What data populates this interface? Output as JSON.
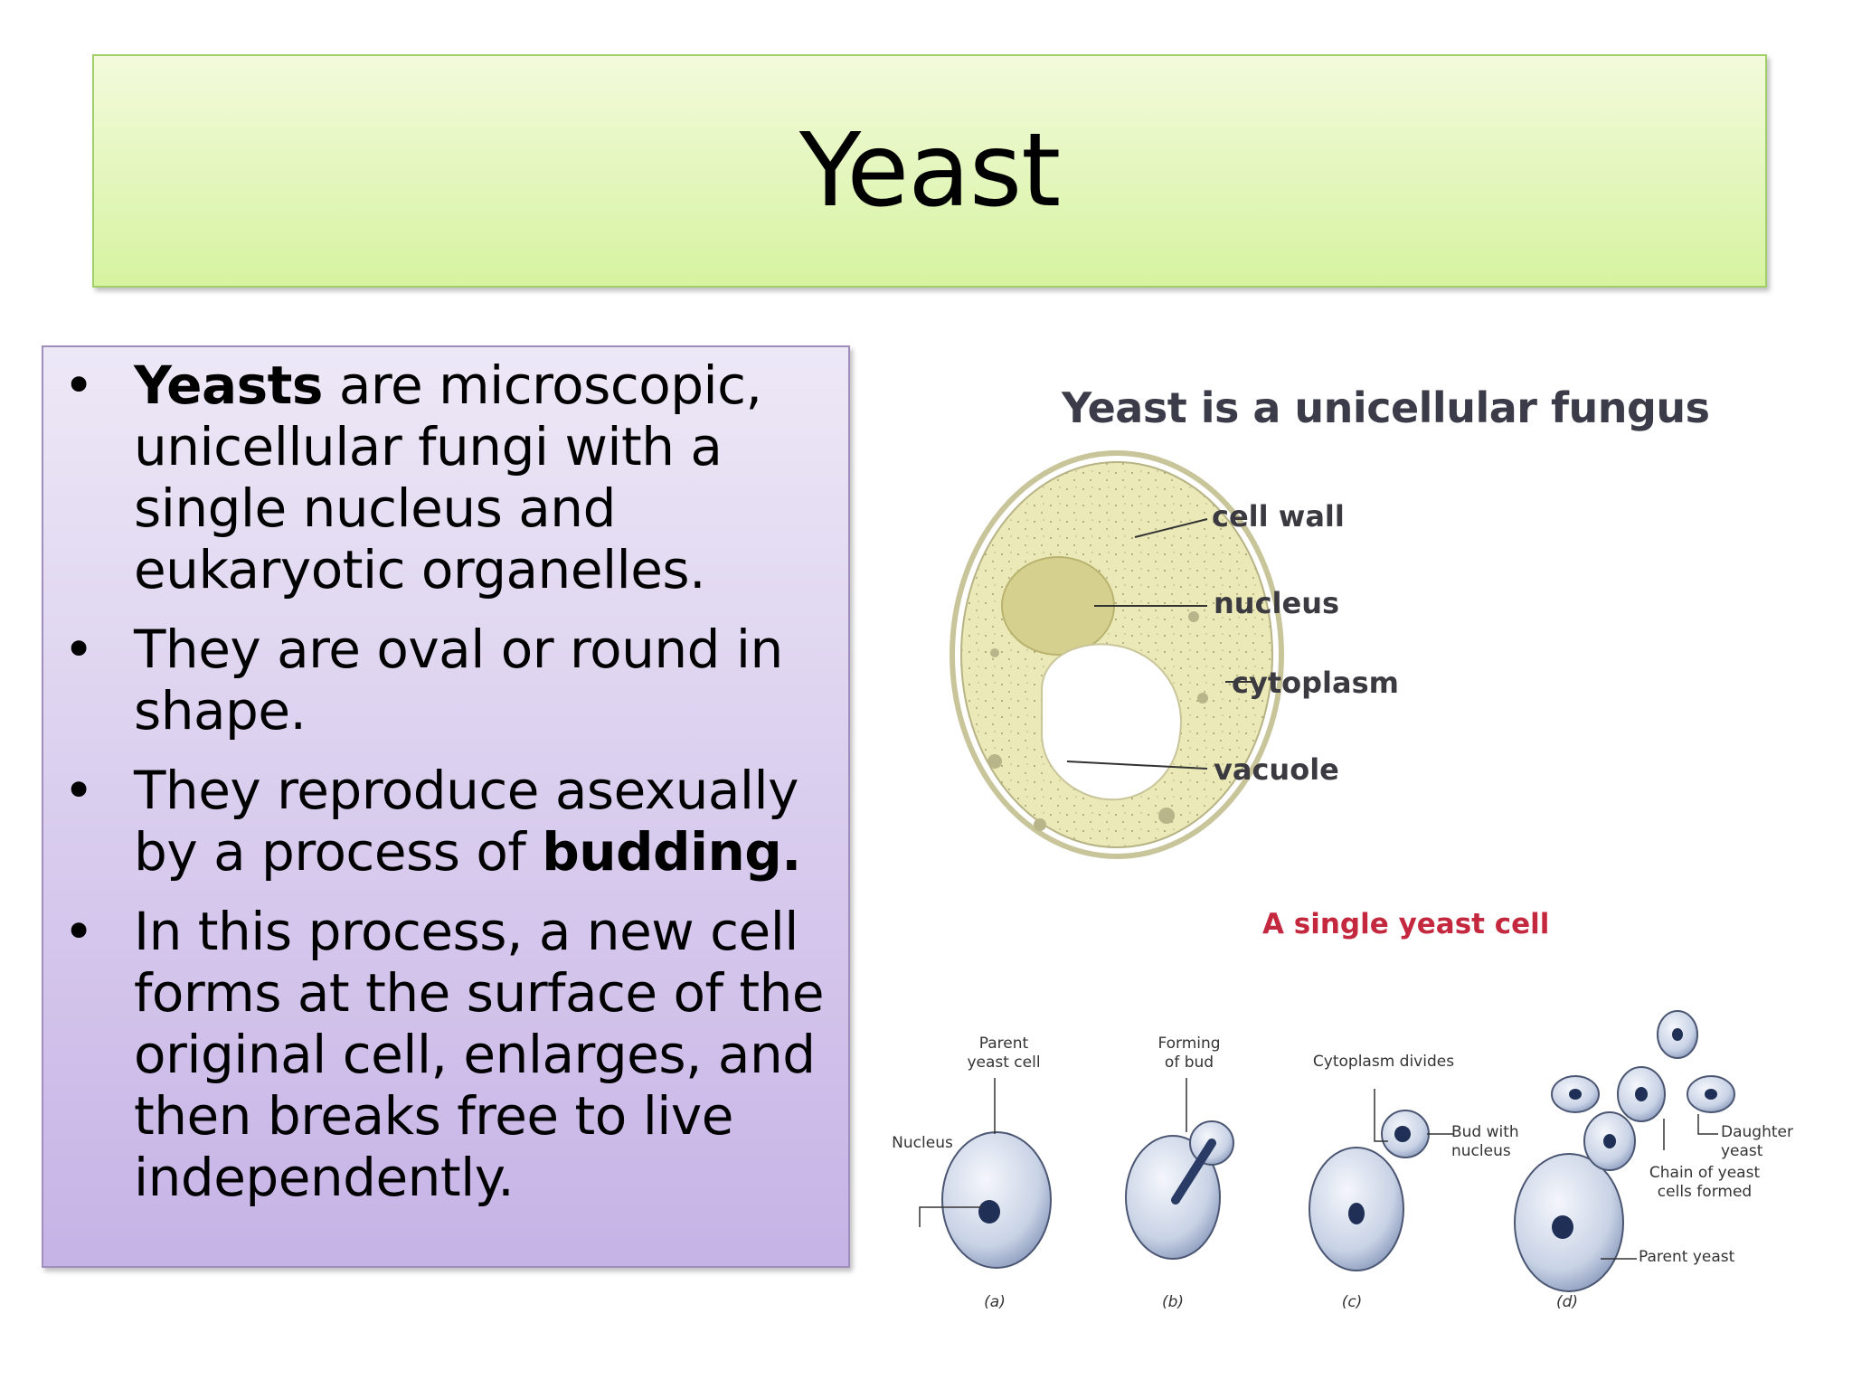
{
  "slide": {
    "title": "Yeast",
    "bullets": [
      {
        "bold": "Yeasts",
        "text": " are microscopic, unicellular fungi with a single nucleus and eukaryotic organelles.",
        "tail": ""
      },
      {
        "bold": "",
        "text": "They are oval or round in shape.",
        "tail": ""
      },
      {
        "bold": "",
        "text": "They reproduce asexually by a process of ",
        "tail": "budding."
      },
      {
        "bold": "",
        "text": "In this process, a new cell forms at the surface of the original cell, enlarges, and then breaks free to live independently.",
        "tail": ""
      }
    ],
    "bullet_glyph": "•"
  },
  "figure": {
    "heading": "Yeast is a unicellular fungus",
    "cell_labels": {
      "cell_wall": "cell wall",
      "nucleus": "nucleus",
      "cytoplasm": "cytoplasm",
      "vacuole": "vacuole"
    },
    "cell_caption": "A single yeast cell",
    "budding": {
      "a_top": "Parent\nyeast cell",
      "a_side": "Nucleus",
      "b_top": "Forming\nof bud",
      "c_top": "Cytoplasm divides",
      "c_side": "Bud with\nnucleus",
      "d_daughter": "Daughter yeast",
      "d_chain": "Chain of yeast\ncells formed",
      "d_parent": "Parent yeast",
      "panel_a": "(a)",
      "panel_b": "(b)",
      "panel_c": "(c)",
      "panel_d": "(d)"
    },
    "colors": {
      "cell_fill": "#ebe9b8",
      "nucleus_fill": "#d6d08e",
      "bud_cell": "#c9d3e6",
      "caption_red": "#c4283e"
    }
  }
}
